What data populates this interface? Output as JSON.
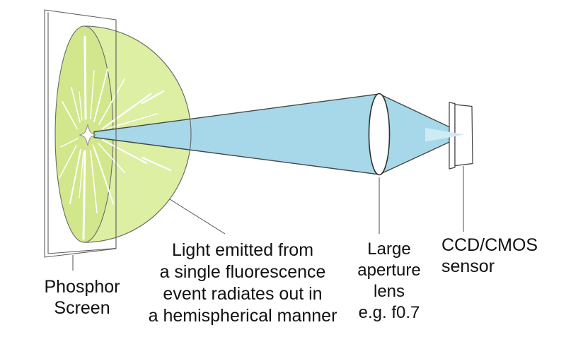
{
  "labels": {
    "phosphor": {
      "lines": [
        "Phosphor",
        "Screen"
      ]
    },
    "emission_note": {
      "lines": [
        "Light emitted from",
        "a single fluorescence",
        "event radiates out in",
        "a hemispherical manner"
      ]
    },
    "lens": {
      "lines": [
        "Large",
        "aperture",
        "lens",
        "e.g. f0.7"
      ]
    },
    "sensor": {
      "lines": [
        "CCD/CMOS",
        "sensor"
      ]
    }
  },
  "colors": {
    "hemisphere_green": "#dcefa3",
    "hemisphere_face_green": "#d2e78c",
    "beam_blue": "#a6d8e9",
    "beam_pale": "#d0eaf4",
    "ray_white": "#ffffff",
    "outline_dark": "#474747",
    "outline_gray": "#6b6b6b",
    "screen_gray": "#5e5e5e",
    "leader_gray": "#4f4f4f",
    "star_outline": "#8c8c8c",
    "text_black": "#111111"
  }
}
